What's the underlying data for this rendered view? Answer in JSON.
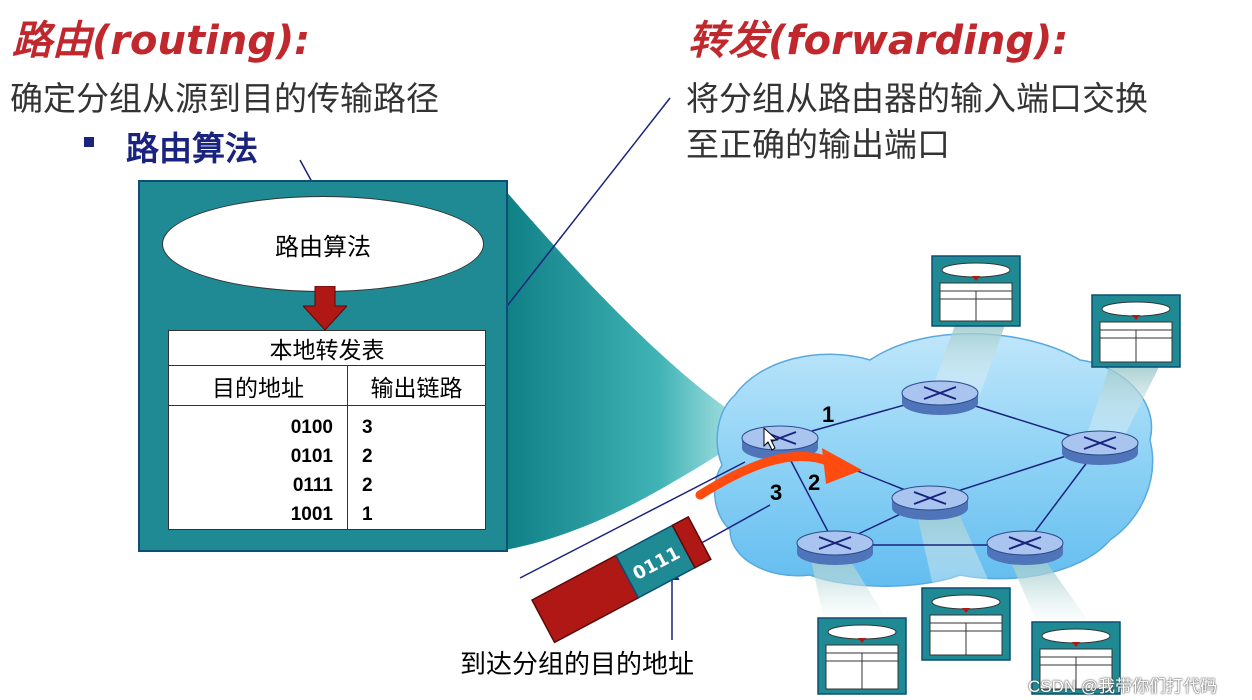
{
  "routing": {
    "title": "路由(routing):",
    "description": "确定分组从源到目的传输路径",
    "bullet": "路由算法"
  },
  "forwarding": {
    "title": "转发(forwarding):",
    "description_line1": "将分组从路由器的输入端口交换",
    "description_line2": "至正确的输出端口"
  },
  "router": {
    "algorithm_label": "路由算法",
    "table_title": "本地转发表",
    "col_dest": "目的地址",
    "col_link": "输出链路",
    "rows": [
      {
        "dest": "0100",
        "link": "3"
      },
      {
        "dest": "0101",
        "link": "2"
      },
      {
        "dest": "0111",
        "link": "2"
      },
      {
        "dest": "1001",
        "link": "1"
      }
    ]
  },
  "packet": {
    "header": "0111",
    "caption": "到达分组的目的地址"
  },
  "links": {
    "l1": "1",
    "l2": "2",
    "l3": "3"
  },
  "colors": {
    "title": "#c0282d",
    "router_panel": "#1f8a94",
    "cloud": "#86cdf2",
    "packet_body": "#b01816",
    "packet_header": "#1f8a94",
    "arrow": "#ff4a10"
  },
  "watermark": "CSDN @我带你们打代码"
}
